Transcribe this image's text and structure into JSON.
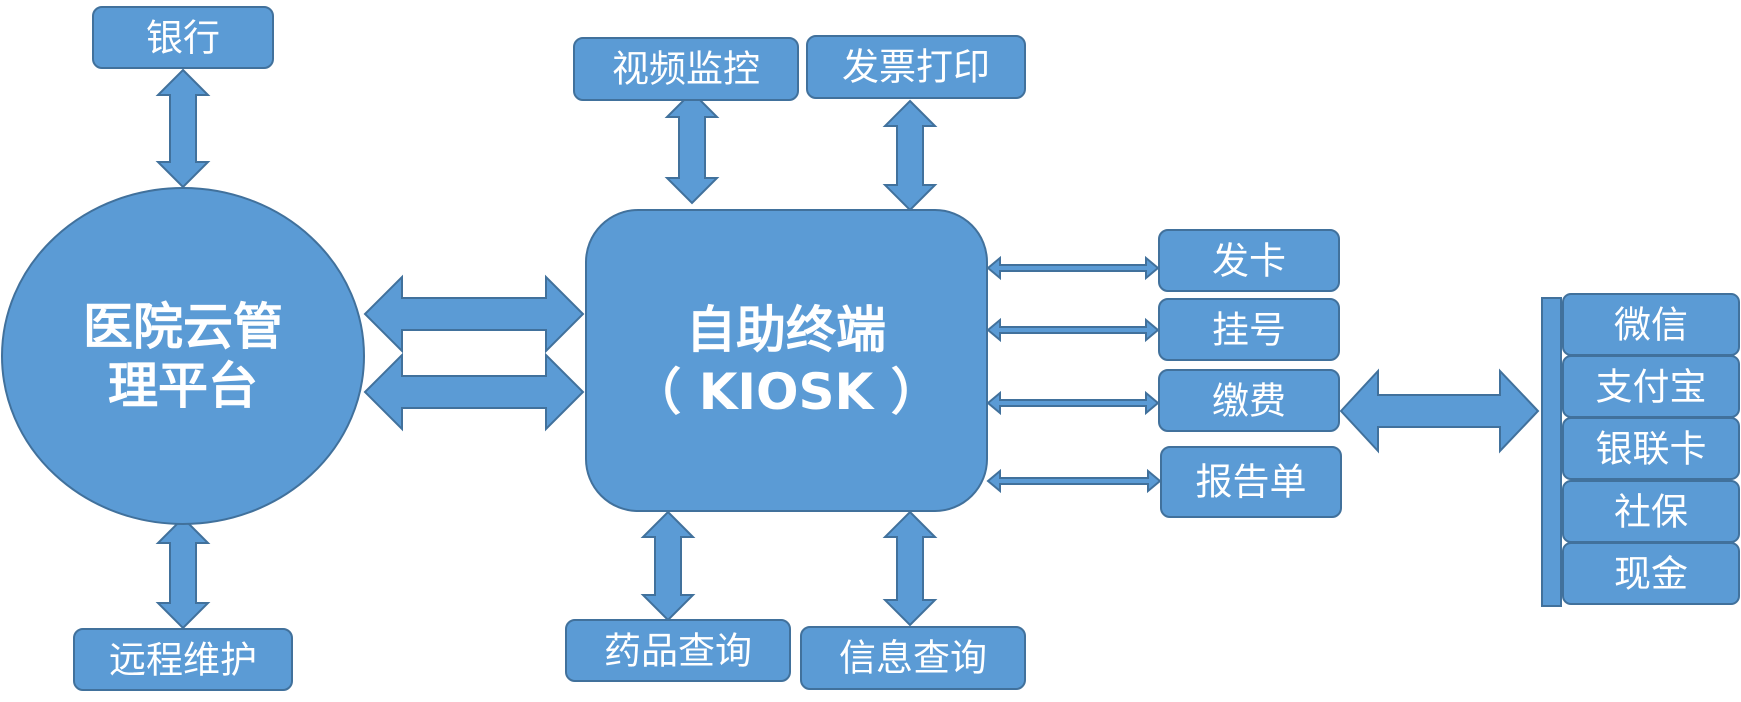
{
  "colors": {
    "fill": "#5b9bd5",
    "stroke": "#41719c",
    "text": "#ffffff"
  },
  "platform": {
    "line1": "医院云管",
    "line2": "理平台"
  },
  "kiosk": {
    "line1": "自助终端",
    "line2": "（ KIOSK ）"
  },
  "nodes": {
    "bank": "银行",
    "remote_maintenance": "远程维护",
    "video_monitoring": "视频监控",
    "invoice_printing": "发票打印",
    "drug_query": "药品查询",
    "info_query": "信息查询",
    "card_issue": "发卡",
    "registration": "挂号",
    "payment": "缴费",
    "report": "报告单"
  },
  "payment_methods": [
    "微信",
    "支付宝",
    "银联卡",
    "社保",
    "现金"
  ]
}
